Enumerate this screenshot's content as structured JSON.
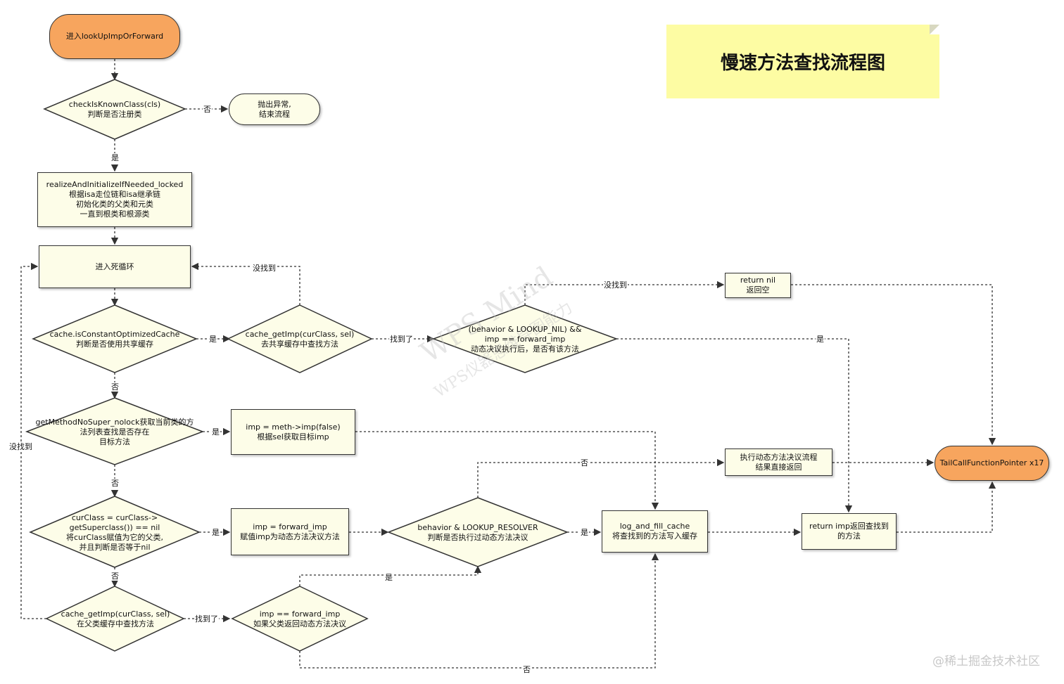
{
  "title": "慢速方法查找流程图",
  "watermark": {
    "main": "WPS Mind",
    "sub": "WPS仪器思维导图能力"
  },
  "footer": "@稀土掘金技术社区",
  "nodes": {
    "start": "进入lookUpImpOrForward",
    "check_known": "checkIsKnownClass(cls)\n判断是否注册类",
    "throw_end": "抛出异常,\n结束流程",
    "realize": "realizeAndInitializeIfNeeded_locked\n根据isa走位链和isa继承链\n初始化类的父类和元类\n一直到根类和根源类",
    "dead_loop": "进入死循环",
    "const_cache": "cache.isConstantOptimizedCache\n判断是否使用共享缓存",
    "shared_cache": "cache_getImp(curClass, sel)\n去共享缓存中查找方法",
    "nil_check": "(behavior & LOOKUP_NIL) &&\nimp == forward_imp\n动态决议执行后，是否有该方法",
    "return_nil": "return nil\n返回空",
    "get_method": "getMethodNoSuper_nolock获取当前类的方\n法列表查找是否存在\n目标方法",
    "meth_imp": "imp = meth->imp(false)\n根据sel获取目标imp",
    "exec_resolver": "执行动态方法决议流程\n结果直接返回",
    "tail_call": "TailCallFunctionPointer x17",
    "cur_super": "curClass = curClass->\ngetSuperclass()) == nil\n将curClass赋值为它的父类,\n并且判断是否等于nil",
    "imp_forward": "imp = forward_imp\n赋值imp为动态方法决议方法",
    "resolver_check": "behavior & LOOKUP_RESOLVER\n判断是否执行过动态方法决议",
    "log_fill": "log_and_fill_cache\n将查找到的方法写入缓存",
    "return_imp": "return imp返回查找到\n的方法",
    "parent_cache": "cache_getImp(curClass, sel)\n在父类缓存中查找方法",
    "imp_eq_forward": "imp == forward_imp\n如果父类返回动态方法决议"
  },
  "edge_labels": {
    "check_no": "否",
    "check_yes": "是",
    "shared_not_found": "没找到",
    "const_yes": "是",
    "found1": "找到了",
    "nil_not_found": "没找到",
    "nil_yes": "是",
    "const_no": "否",
    "loop_not_found": "没找到",
    "getmethod_yes": "是",
    "getmethod_no": "否",
    "resolver_no": "否",
    "cursuper_yes": "是",
    "resolver_yes": "是",
    "cursuper_no": "否",
    "parent_yes": "是",
    "found2": "找到了",
    "imp_eq_no": "否"
  },
  "colors": {
    "terminal": "#f7a55e",
    "node_fill": "#fdfde8",
    "note_fill": "#fdfca3",
    "line": "#333333"
  }
}
